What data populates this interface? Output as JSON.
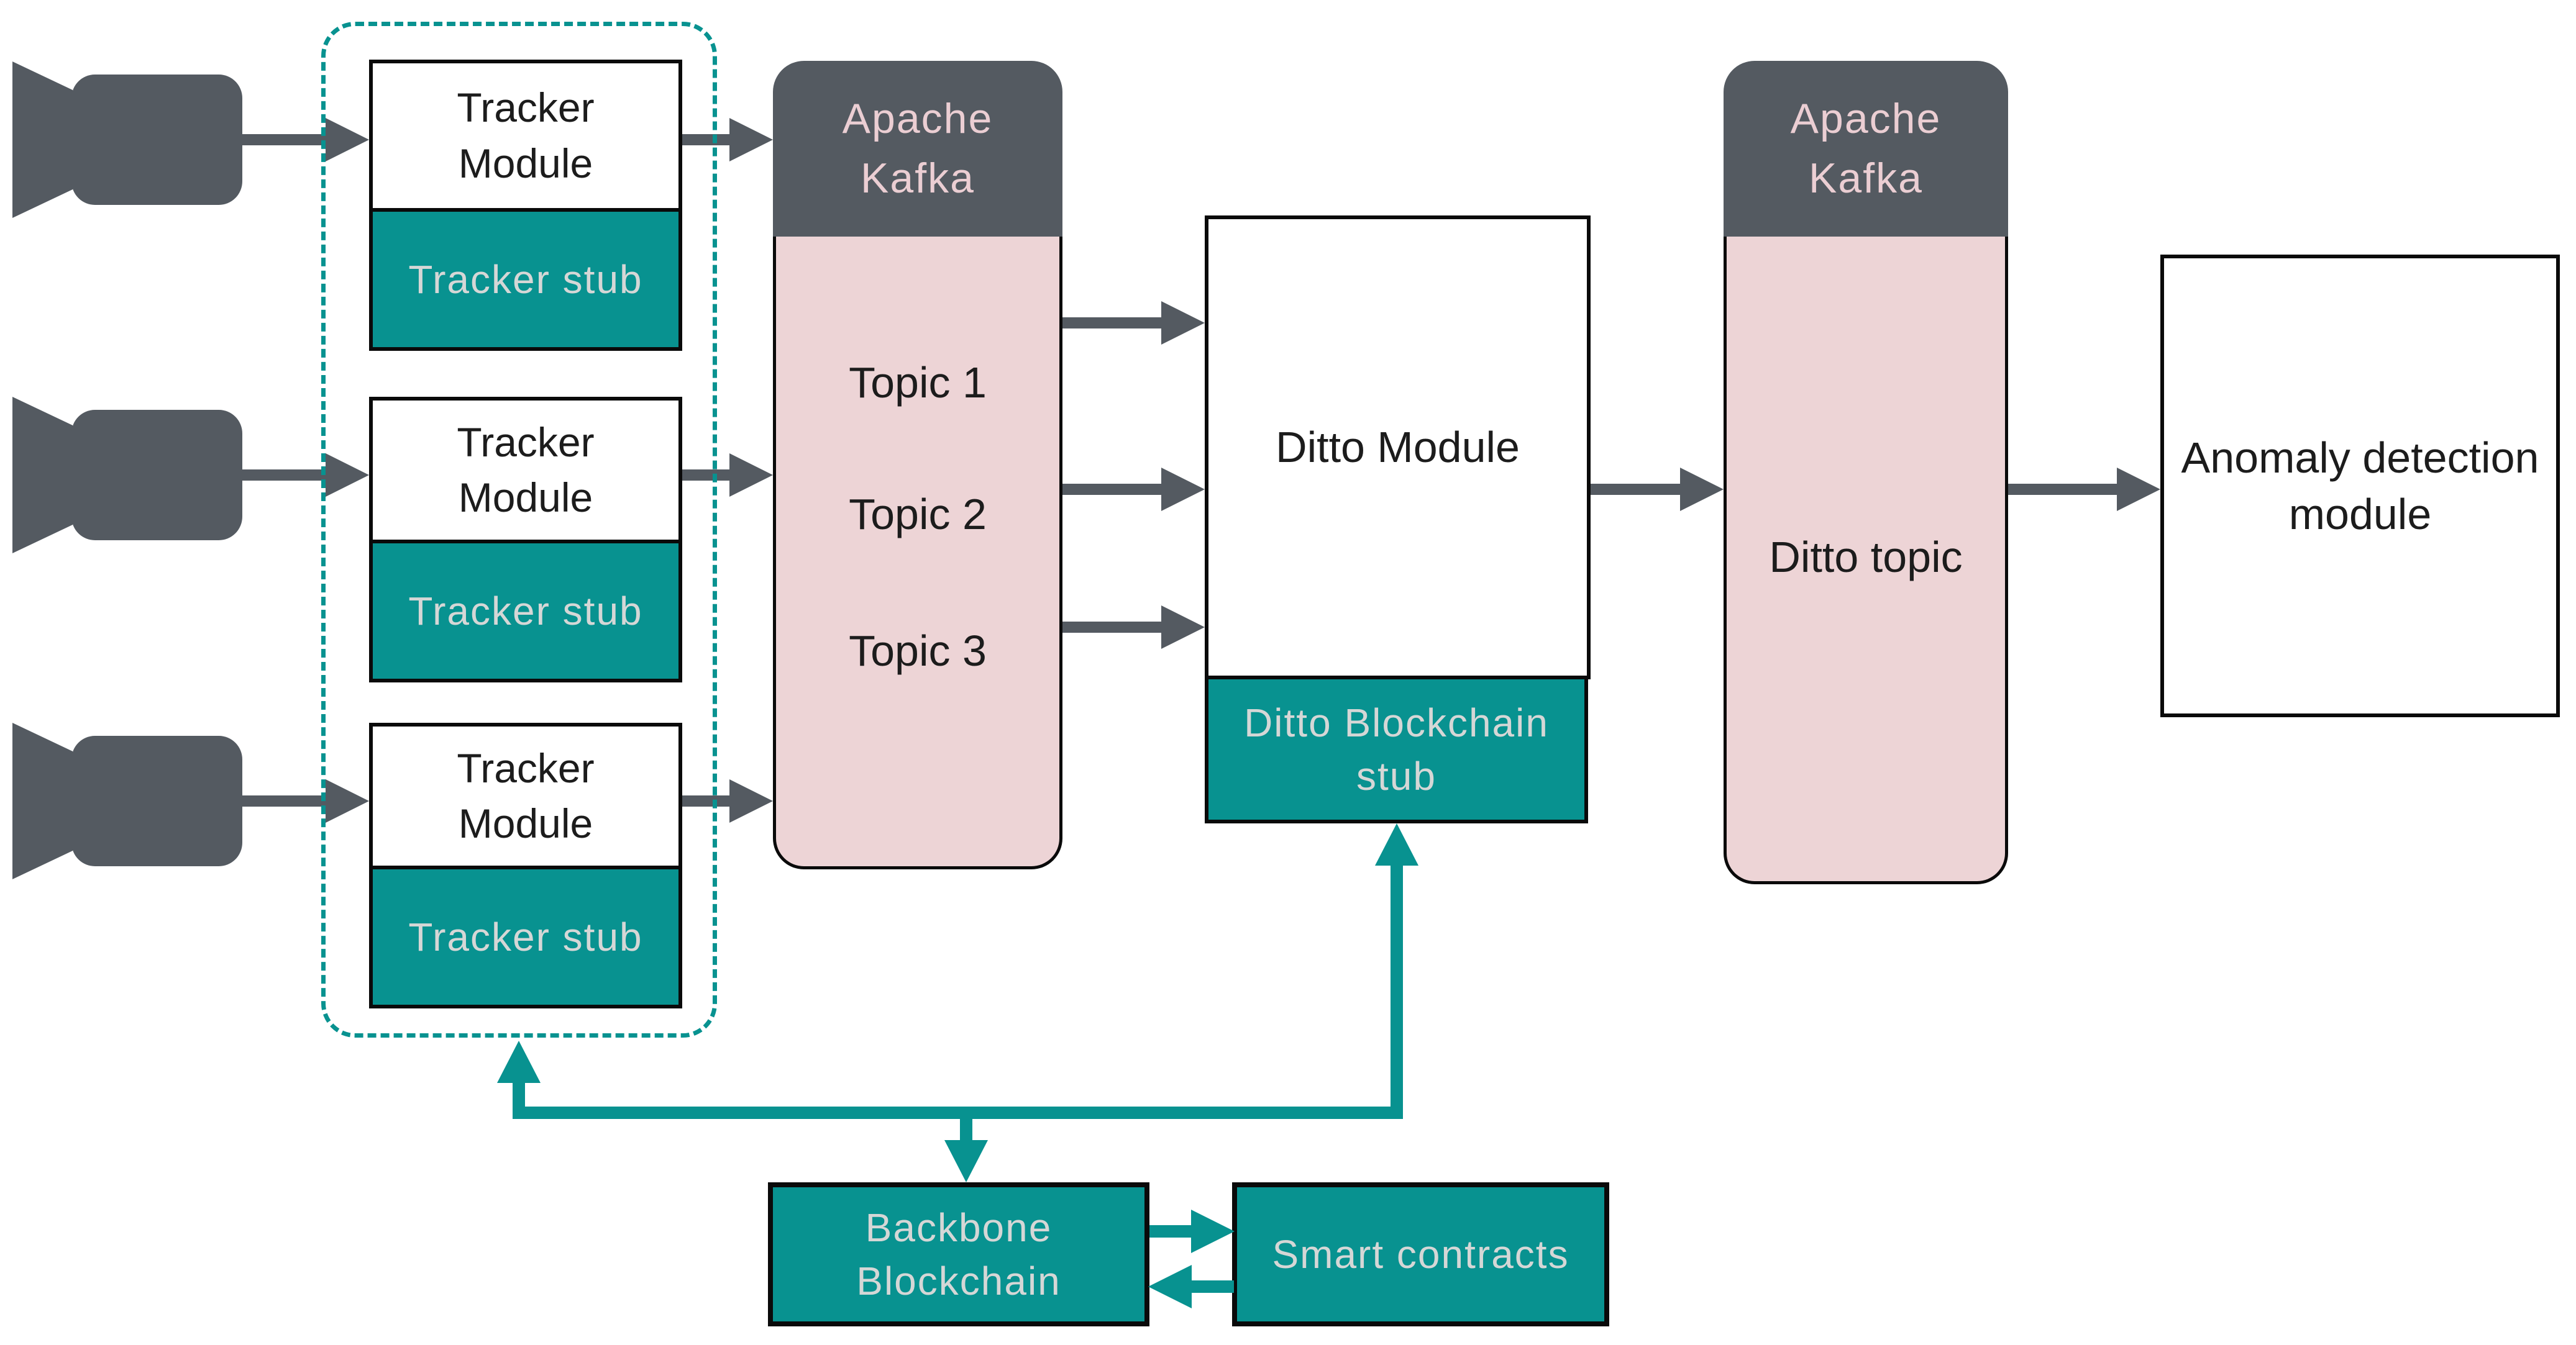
{
  "diagram_title": "Tracking / Ditto blockchain architecture diagram",
  "colors": {
    "teal": "#089290",
    "dark_gray": "#545A61",
    "pink": "#EDD4D6",
    "pink_text": "#EBCED3",
    "light_text": "#D5D7D6",
    "outline": "#0A0A0A"
  },
  "icons": {
    "camera": "video-camera-icon",
    "arrow": "arrow-right-connector"
  },
  "tracker_group": {
    "modules": [
      {
        "title": "Tracker\nModule",
        "stub": "Tracker stub"
      },
      {
        "title": "Tracker\nModule",
        "stub": "Tracker stub"
      },
      {
        "title": "Tracker\nModule",
        "stub": "Tracker stub"
      }
    ]
  },
  "kafka_input": {
    "title": "Apache\nKafka",
    "topics": [
      "Topic 1",
      "Topic 2",
      "Topic 3"
    ]
  },
  "ditto": {
    "title": "Ditto Module",
    "stub": "Ditto Blockchain\nstub"
  },
  "kafka_output": {
    "title": "Apache\nKafka",
    "topic": "Ditto topic"
  },
  "anomaly": {
    "title": "Anomaly detection\nmodule"
  },
  "blockchain": {
    "backbone": "Backbone\nBlockchain",
    "smart_contracts": "Smart contracts"
  }
}
